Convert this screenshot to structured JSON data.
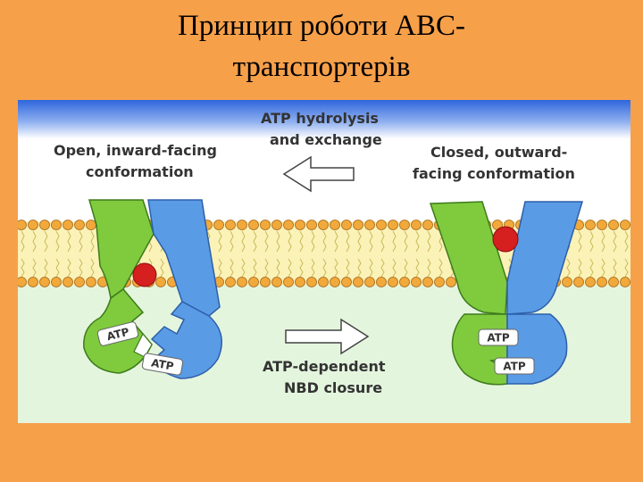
{
  "title": {
    "line1": "Принцип роботи ABC-",
    "line2": "транспортерів"
  },
  "diagram": {
    "top_label_line1": "ATP hydrolysis",
    "top_label_line2": "and exchange",
    "left_label_line1": "Open, inward-facing",
    "left_label_line2": "conformation",
    "right_label_line1": "Closed, outward-",
    "right_label_line2": "facing conformation",
    "bottom_label_line1": "ATP-dependent",
    "bottom_label_line2": "NBD closure",
    "atp": "ATP"
  },
  "colors": {
    "background": "#F7A04A",
    "green_domain": "#7FCB3D",
    "blue_domain": "#5A9BE6",
    "substrate": "#D61F1F",
    "extracellular_top": "#3B73E0",
    "cytoplasm": "#E4F5DE",
    "lipid_head": "#F2A93B"
  },
  "icons": {
    "left_arrow": "arrow-left-icon",
    "right_arrow": "arrow-right-icon"
  }
}
